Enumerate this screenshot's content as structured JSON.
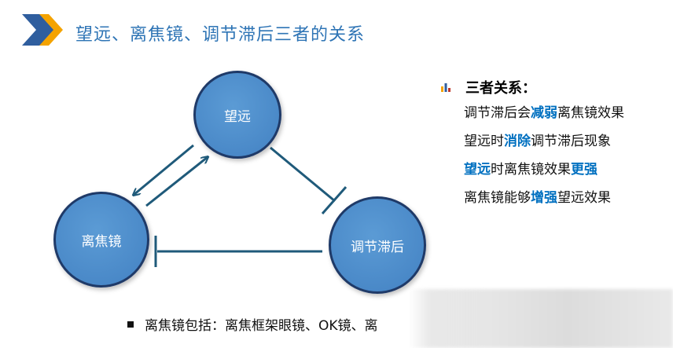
{
  "header": {
    "title": "望远、离焦镜、调节滞后三者的关系"
  },
  "diagram": {
    "nodes": {
      "telescope": "望远",
      "defocus_lens": "离焦镜",
      "accommodation_lag": "调节滞后"
    }
  },
  "relations": {
    "heading": "三者关系：",
    "lines": [
      {
        "a": "调节滞后会",
        "b": "减弱",
        "c": "离焦镜效果",
        "d": "",
        "e": ""
      },
      {
        "a": "望远时",
        "b": "消除",
        "c": "调节滞后现象",
        "d": "",
        "e": ""
      },
      {
        "a": "",
        "b": "望远",
        "c": "时离焦镜效果",
        "d": "更强",
        "e": ""
      },
      {
        "a": "离焦镜能够",
        "b": "增强",
        "c": "望远效果",
        "d": "",
        "e": ""
      }
    ]
  },
  "footer": {
    "text": "离焦镜包括：离焦框架眼镜、OK镜、离"
  },
  "colors": {
    "title": "#2e74b5",
    "node_fill": "#4a89c8",
    "node_border": "#1f3a68",
    "arrow": "#1f5a7a",
    "highlight": "#0070c0",
    "logo_blue": "#2f5e9e",
    "logo_orange": "#f4a300"
  },
  "icons": {
    "logo": "chevron-arrow-icon",
    "relations_bullet": "bar-chart-bullet-icon",
    "footer_bullet": "square-bullet-icon"
  }
}
